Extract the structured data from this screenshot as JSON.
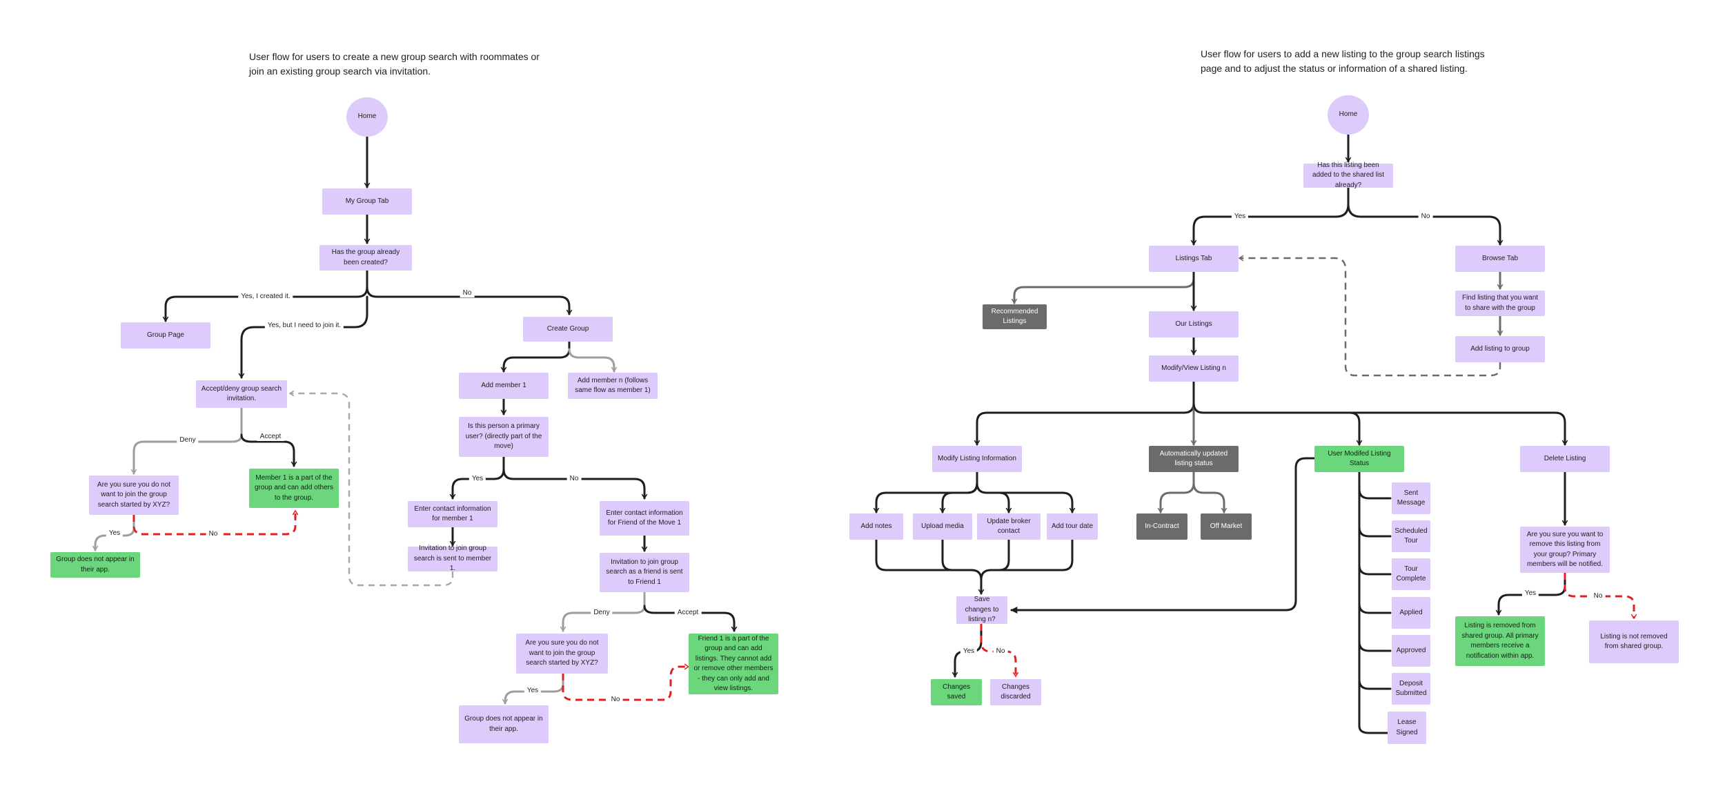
{
  "flow1": {
    "title": "User flow for users to create a new group search with roommates or join an existing group search via invitation.",
    "nodes": {
      "home": "Home",
      "my_group_tab": "My Group Tab",
      "created_q": "Has the group already been created?",
      "group_page": "Group Page",
      "create_group": "Create Group",
      "accept_deny": "Accept/deny group search invitation.",
      "add_member_1": "Add member 1",
      "add_member_n": "Add member n (follows same flow as member 1)",
      "primary_q": "Is this person a primary user? (directly part of the move)",
      "sure_q1": "Are you sure you do not want to join the group search started by XYZ?",
      "member1_part": "Member 1 is a part of the group and can add others to the group.",
      "contact_m1": "Enter contact information for member 1",
      "contact_friend": "Enter contact information for Friend of the Move 1",
      "invite_m1": "Invitation to join group search is sent to member 1.",
      "invite_friend": "Invitation to join group search as a friend is sent to Friend 1",
      "not_appear1": "Group does not appear in their app.",
      "sure_q2": "Are you sure you do not want to join the group search started by XYZ?",
      "friend1_part": "Friend 1 is a part of the group and can add listings. They cannot add or remove other members - they can only add and view listings.",
      "not_appear2": "Group does not appear in their app."
    },
    "labels": {
      "yes_created": "Yes, I created it.",
      "yes_join": "Yes, but I need to join it.",
      "no": "No",
      "deny": "Deny",
      "accept": "Accept",
      "yes": "Yes",
      "no_pm": "No",
      "yes_pm": "Yes",
      "no2": "No",
      "deny2": "Deny",
      "accept2": "Accept",
      "yes2": "Yes",
      "no3": "No"
    }
  },
  "flow2": {
    "title": "User flow for users to add a new listing to the group search listings page and to adjust the status or information of a shared listing.",
    "nodes": {
      "home": "Home",
      "added_q": "Has this listing been added to the shared list already?",
      "listings_tab": "Listings Tab",
      "browse_tab": "Browse Tab",
      "recommended": "Recommended Listings",
      "our_listings": "Our Listings",
      "find_listing": "Find listing that you want to share with the group",
      "add_listing": "Add listing to group",
      "modify_view": "Modify/View Listing n",
      "modify_info": "Modify Listing Information",
      "auto_status": "Automatically updated listing status",
      "user_status": "User Modifed Listing Status",
      "delete_listing": "Delete Listing",
      "add_notes": "Add notes",
      "upload_media": "Upload media",
      "update_broker": "Update broker contact",
      "add_tour": "Add tour date",
      "in_contract": "In-Contract",
      "off_market": "Off Market",
      "sent_message": "Sent Message",
      "scheduled_tour": "Scheduled Tour",
      "tour_complete": "Tour Complete",
      "applied": "Applied",
      "approved": "Approved",
      "deposit": "Deposit Submitted",
      "lease_signed": "Lease Signed",
      "sure_remove": "Are you sure you want to remove this listing from your group? Primary members will be notified.",
      "save_changes": "Save changes to listing n?",
      "removed": "Listing is removed from shared group. All primary members receive a notification within app.",
      "not_removed": "Listing is not removed from shared group.",
      "changes_saved": "Changes saved",
      "changes_discarded": "Changes discarded"
    },
    "labels": {
      "yes": "Yes",
      "no": "No",
      "yes_del": "Yes",
      "no_del": "No",
      "yes_save": "Yes",
      "no_save": "No"
    }
  },
  "colors": {
    "purple": "#dccbfb",
    "green": "#6bd67b",
    "gray": "#6b6b6b",
    "edge": "#1e1e1e",
    "edge_light": "#9e9e9e",
    "edge_red": "#e02020"
  }
}
